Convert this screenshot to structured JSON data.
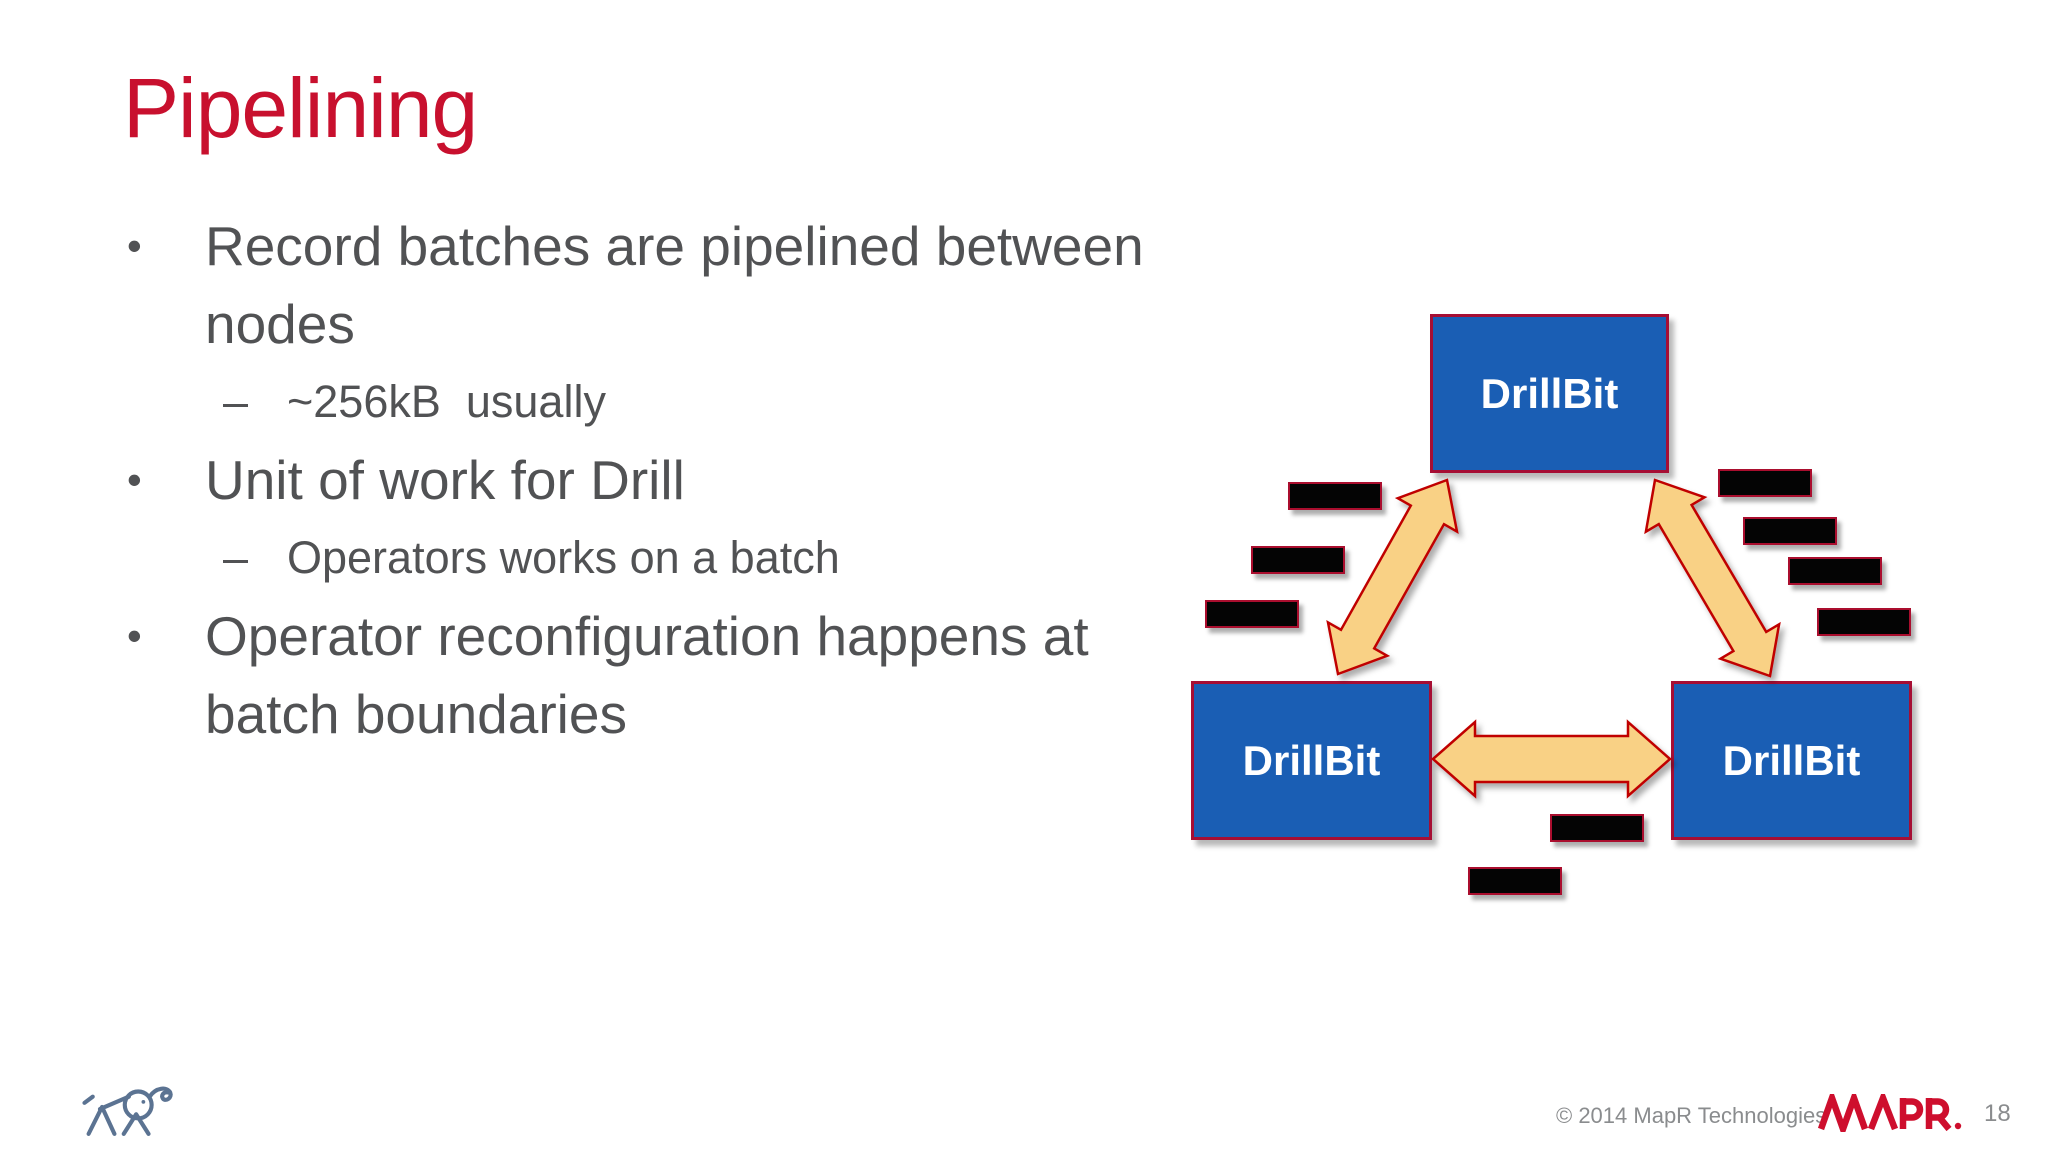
{
  "slide": {
    "title": "Pipelining",
    "markers": {
      "level1": "•",
      "level2": "–"
    },
    "bullets": [
      {
        "level": 1,
        "text": "Record batches are pipelined between nodes"
      },
      {
        "level": 2,
        "text": "~256kB  usually"
      },
      {
        "level": 1,
        "text": "Unit of work for Drill"
      },
      {
        "level": 2,
        "text": "Operators works on a batch"
      },
      {
        "level": 1,
        "text": "Operator reconfiguration happens at batch boundaries"
      }
    ]
  },
  "diagram": {
    "nodes": [
      {
        "label": "DrillBit"
      },
      {
        "label": "DrillBit"
      },
      {
        "label": "DrillBit"
      }
    ],
    "record_batch_count": 9,
    "arrows": [
      {
        "name": "top-to-bottom-left",
        "type": "double-headed"
      },
      {
        "name": "top-to-bottom-right",
        "type": "double-headed"
      },
      {
        "name": "bottom-left-to-bottom-right",
        "type": "double-headed"
      }
    ]
  },
  "footer": {
    "copyright": "© 2014 MapR Technologies",
    "brand": "MAPR",
    "page_number": "18"
  },
  "colors": {
    "title-red": "#C8102E",
    "body-text": "#515254",
    "node-fill": "#1A5EB4",
    "node-border": "#A60E34",
    "node-text": "#FFFFFF",
    "arrow-fill": "#F9D185",
    "arrow-border": "#C00000",
    "batch-fill": "#040404",
    "batch-border": "#AA0E2E",
    "footer-text": "#8A8C8E",
    "mapr-red": "#CE0E2D",
    "elephant-blue": "#5B7392"
  }
}
